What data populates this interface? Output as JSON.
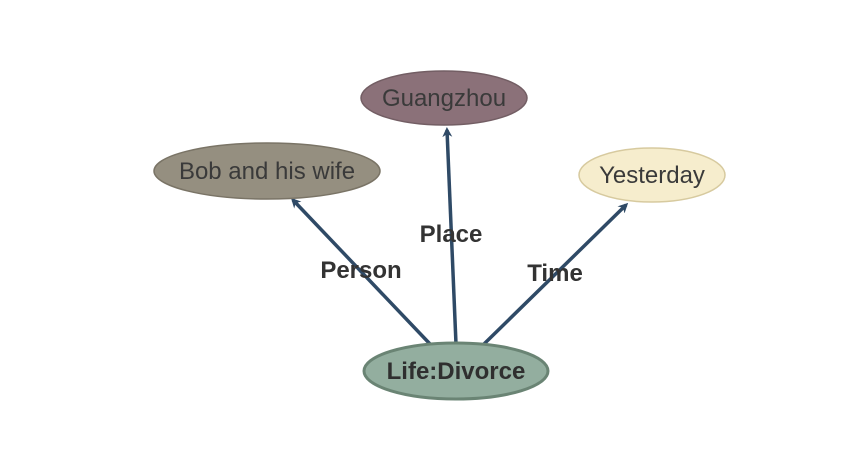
{
  "event": {
    "label": "Life:Divorce",
    "fill": "#93ae9f",
    "stroke": "#6a8474"
  },
  "arguments": [
    {
      "role": "Person",
      "entity": "Bob and his wife",
      "fill": "#958f80",
      "stroke": "#7a7466"
    },
    {
      "role": "Place",
      "entity": "Guangzhou",
      "fill": "#8b7179",
      "stroke": "#735e64"
    },
    {
      "role": "Time",
      "entity": "Yesterday",
      "fill": "#f6edcd",
      "stroke": "#d7ca9f"
    }
  ],
  "edge_color": "#2f4a66"
}
